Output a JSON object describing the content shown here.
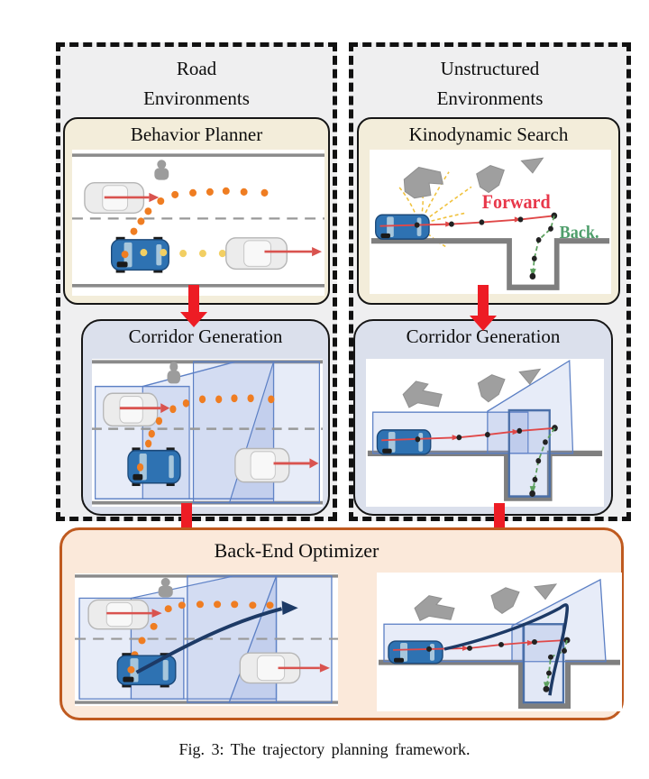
{
  "figure": {
    "caption": "Fig. 3: The trajectory planning framework.",
    "left_column": {
      "header_line1": "Road",
      "header_line2": "Environments",
      "top_panel_title": "Behavior Planner",
      "bottom_panel_title": "Corridor Generation"
    },
    "right_column": {
      "header_line1": "Unstructured",
      "header_line2": "Environments",
      "top_panel_title": "Kinodynamic Search",
      "bottom_panel_title": "Corridor Generation"
    },
    "optimizer": {
      "title": "Back-End Optimizer"
    },
    "annotations": {
      "forward_label": "Forward",
      "backward_label": "Back."
    },
    "colors": {
      "flow_arrow_red": "#ed1c24",
      "dashed_box_border": "#111111",
      "dashed_box_fill": "#efeff0",
      "behavior_panel_fill": "#f3edda",
      "corridor_panel_fill": "#dbe0ec",
      "optimizer_fill": "#fbe9da",
      "optimizer_border": "#bf5a1f",
      "ego_vehicle_blue": "#2e72b2",
      "trajectory_orange": "#ef7d22",
      "trajectory_yellow": "#f2cf63",
      "forward_path_red": "#e04848",
      "backward_path_green": "#5ca05e",
      "optimized_path_navy": "#1d3a66",
      "corridor_stroke_blue": "#5b7fc4",
      "obstacle_gray": "#9f9f9f"
    }
  }
}
